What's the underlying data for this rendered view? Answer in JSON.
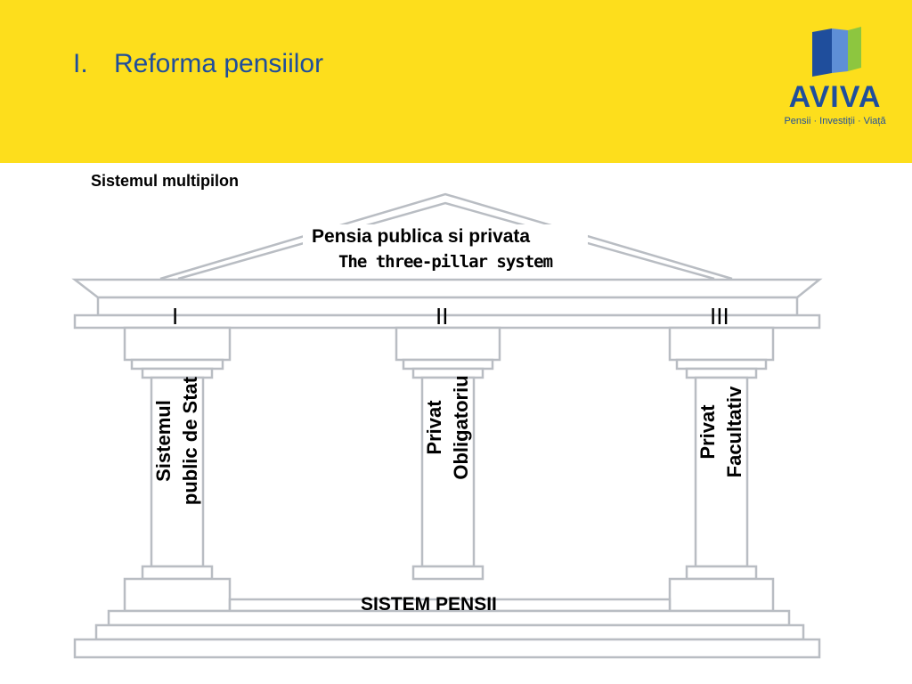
{
  "slide": {
    "number": "I.",
    "title": "Reforma pensiilor",
    "subtitle": "Sistemul multipilon"
  },
  "logo": {
    "name": "AVIVA",
    "tagline": "Pensii · Investiții · Viață",
    "colors": {
      "blue": "#1f4e9c",
      "green": "#8dc63f",
      "yellow": "#fdde1c"
    }
  },
  "diagram": {
    "roof_title": "Pensia publica si privata",
    "roof_subtitle": "The three-pillar system",
    "base_label": "SISTEM PENSII",
    "pillars": [
      {
        "numeral": "I",
        "lines": [
          "Sistemul",
          "public de Stat"
        ]
      },
      {
        "numeral": "II",
        "lines": [
          "Privat",
          "Obligatoriu"
        ]
      },
      {
        "numeral": "III",
        "lines": [
          "Privat",
          "Facultativ"
        ]
      }
    ]
  },
  "colors": {
    "header_bg": "#fdde1c",
    "title": "#1f4e9c",
    "outline": "#b9bdc3"
  }
}
